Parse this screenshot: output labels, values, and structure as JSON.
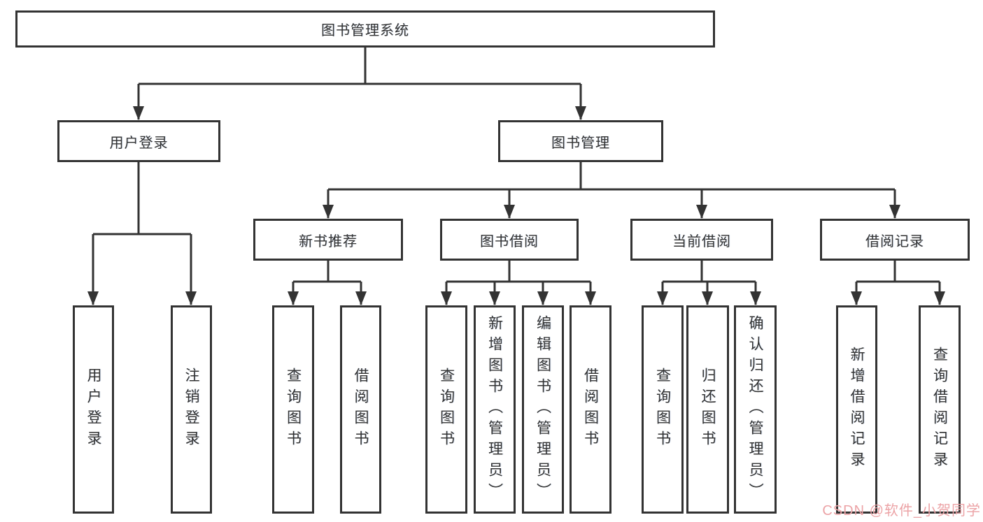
{
  "title": "图书管理系统",
  "colors": {
    "line": "#333333",
    "text": "#333333",
    "background": "#ffffff",
    "watermark": "#eca3a6"
  },
  "nodes": {
    "root": {
      "label": "图书管理系统"
    },
    "user_login": {
      "label": "用户登录"
    },
    "book_mgmt": {
      "label": "图书管理"
    },
    "new_book_rec": {
      "label": "新书推荐"
    },
    "book_borrow": {
      "label": "图书借阅"
    },
    "current_borrow": {
      "label": "当前借阅"
    },
    "borrow_records": {
      "label": "借阅记录"
    },
    "leaf_user_login": {
      "label": "用户登录"
    },
    "leaf_logout": {
      "label": "注销登录"
    },
    "leaf_query_book_rec": {
      "label": "查询图书"
    },
    "leaf_borrow_book_rec": {
      "label": "借阅图书"
    },
    "leaf_query_book_borrow": {
      "label": "查询图书"
    },
    "leaf_add_book_admin": {
      "label": "新增图书（管理员）"
    },
    "leaf_edit_book_admin": {
      "label": "编辑图书（管理员）"
    },
    "leaf_borrow_book_borrow": {
      "label": "借阅图书"
    },
    "leaf_query_book_current": {
      "label": "查询图书"
    },
    "leaf_return_book": {
      "label": "归还图书"
    },
    "leaf_confirm_return_admin": {
      "label": "确认归还（管理员）"
    },
    "leaf_add_borrow_record": {
      "label": "新增借阅记录"
    },
    "leaf_query_borrow_record": {
      "label": "查询借阅记录"
    }
  },
  "watermark": {
    "text": "CSDN @软件_小贺同学",
    "color": "#eca3a6"
  }
}
